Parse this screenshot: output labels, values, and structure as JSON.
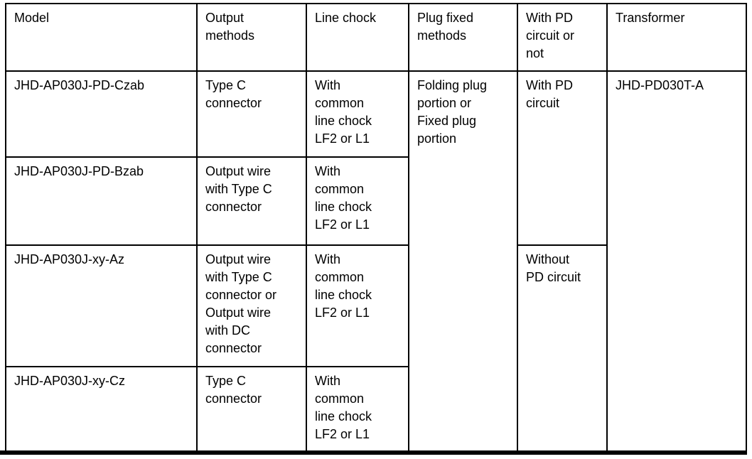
{
  "colors": {
    "text": "#000000",
    "border": "#000000",
    "background": "#ffffff"
  },
  "table": {
    "header": {
      "model": "Model",
      "output_methods": "Output\nmethods",
      "line_chock": "Line chock",
      "plug_fixed_methods": "Plug fixed\nmethods",
      "pd_circuit_or_not": "With PD\ncircuit or\nnot",
      "transformer": "Transformer"
    },
    "merged": {
      "plug_fixed_all_rows": "Folding plug\nportion or\nFixed plug\nportion",
      "pd_rows_1_2": "With PD\ncircuit",
      "pd_rows_3_4": "Without\nPD circuit",
      "transformer_all_rows": "JHD-PD030T-A"
    },
    "rows": [
      {
        "model": "JHD-AP030J-PD-Czab",
        "output": "Type C\nconnector",
        "line_chock": "With\ncommon\nline chock\nLF2 or L1"
      },
      {
        "model": "JHD-AP030J-PD-Bzab",
        "output": "Output wire\nwith Type C\nconnector",
        "line_chock": "With\ncommon\nline chock\nLF2 or L1"
      },
      {
        "model": "JHD-AP030J-xy-Az",
        "output": "Output wire\nwith Type C\nconnector or\nOutput wire\nwith DC\nconnector",
        "line_chock": "With\ncommon\nline chock\nLF2 or L1"
      },
      {
        "model": "JHD-AP030J-xy-Cz",
        "output": "Type C\nconnector",
        "line_chock": "With\ncommon\nline chock\nLF2 or L1"
      }
    ]
  }
}
